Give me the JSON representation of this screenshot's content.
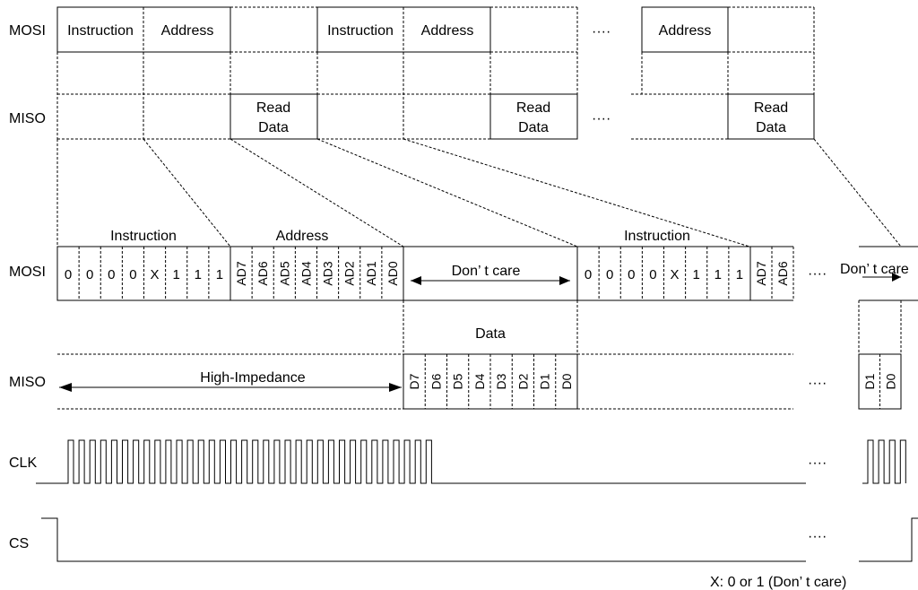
{
  "signals": {
    "mosi": "MOSI",
    "miso": "MISO",
    "clk": "CLK",
    "cs": "CS"
  },
  "top_frame": {
    "mosi_cells": [
      "Instruction",
      "Address",
      "Instruction",
      "Address",
      "Address"
    ],
    "read_data_lines": [
      "Read",
      "Data"
    ],
    "ellipsis": "····"
  },
  "detail": {
    "instruction_label": "Instruction",
    "address_label": "Address",
    "instruction_bits": [
      "0",
      "0",
      "0",
      "0",
      "X",
      "1",
      "1",
      "1"
    ],
    "address_bits": [
      "AD7",
      "AD6",
      "AD5",
      "AD4",
      "AD3",
      "AD2",
      "AD1",
      "AD0"
    ],
    "dont_care": "Don’ t care",
    "data_label": "Data",
    "high_impedance": "High-Impedance",
    "data_bits": [
      "D7",
      "D6",
      "D5",
      "D4",
      "D3",
      "D2",
      "D1",
      "D0"
    ],
    "second_instruction_label": "Instruction",
    "second_address_bits": [
      "AD7",
      "AD6"
    ],
    "tail_dont_care": "Don’ t care",
    "tail_data_bits": [
      "D1",
      "D0"
    ],
    "ellipsis": "····"
  },
  "footnote": "X: 0 or 1 (Don’ t care)"
}
